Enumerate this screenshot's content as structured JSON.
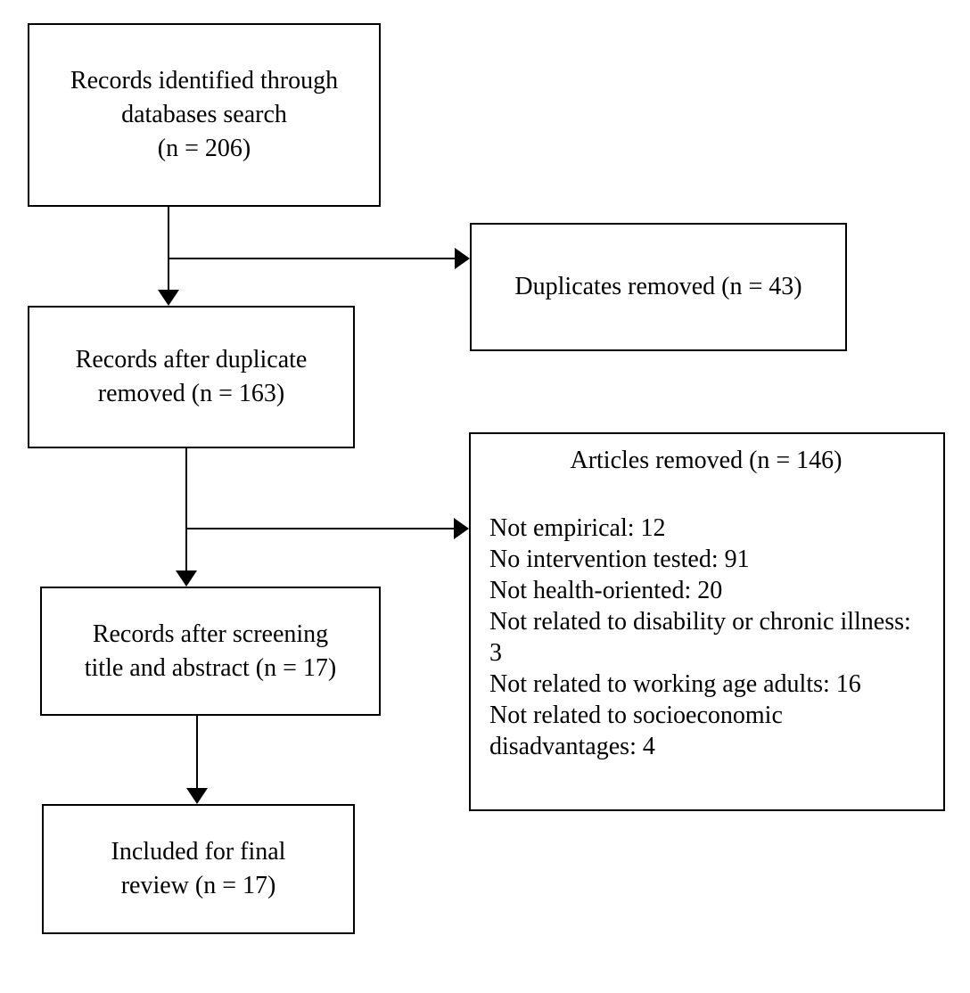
{
  "diagram": {
    "kind": "prisma-flowchart",
    "colors": {
      "background": "#ffffff",
      "box_border": "#000000",
      "text": "#000000",
      "arrow": "#000000"
    },
    "boxes": {
      "identified": {
        "lines": [
          "Records identified through",
          "databases search",
          "(n = 206)"
        ]
      },
      "duplicates_removed": {
        "lines": [
          "Duplicates removed (n = 43)"
        ]
      },
      "after_duplicate": {
        "lines": [
          "Records after duplicate",
          "removed (n = 163)"
        ]
      },
      "articles_removed": {
        "title": "Articles removed (n = 146)",
        "reasons": [
          "Not empirical: 12",
          "No intervention tested: 91",
          "Not health-oriented: 20",
          "Not related to disability or chronic illness: 3",
          "Not related to working age adults: 16",
          "Not related to socioeconomic disadvantages: 4"
        ]
      },
      "after_screening": {
        "lines": [
          "Records after screening",
          "title and abstract (n = 17)"
        ]
      },
      "included": {
        "lines": [
          "Included for final",
          "review (n = 17)"
        ]
      }
    }
  }
}
